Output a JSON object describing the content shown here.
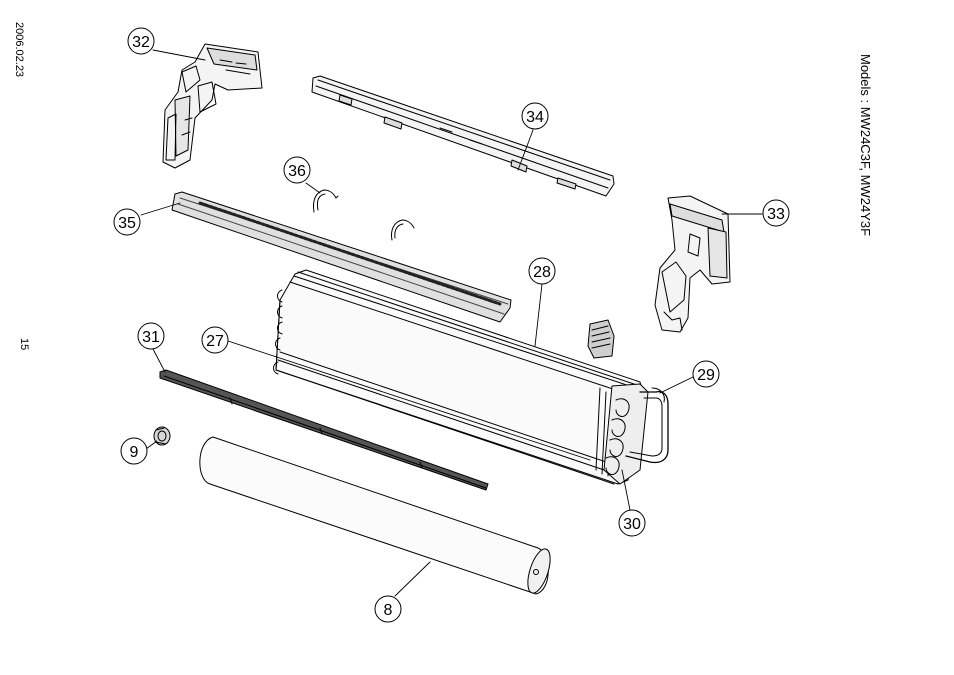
{
  "header": {
    "date": "2006.02.23",
    "page_number": "15",
    "models": "Models : MW24C3F, MW24Y3F"
  },
  "callouts": [
    {
      "id": "c32",
      "label": "32"
    },
    {
      "id": "c34",
      "label": "34"
    },
    {
      "id": "c36",
      "label": "36"
    },
    {
      "id": "c33",
      "label": "33"
    },
    {
      "id": "c35",
      "label": "35"
    },
    {
      "id": "c28",
      "label": "28"
    },
    {
      "id": "c31",
      "label": "31"
    },
    {
      "id": "c27",
      "label": "27"
    },
    {
      "id": "c29",
      "label": "29"
    },
    {
      "id": "c9",
      "label": "9"
    },
    {
      "id": "c30",
      "label": "30"
    },
    {
      "id": "c8",
      "label": "8"
    }
  ]
}
